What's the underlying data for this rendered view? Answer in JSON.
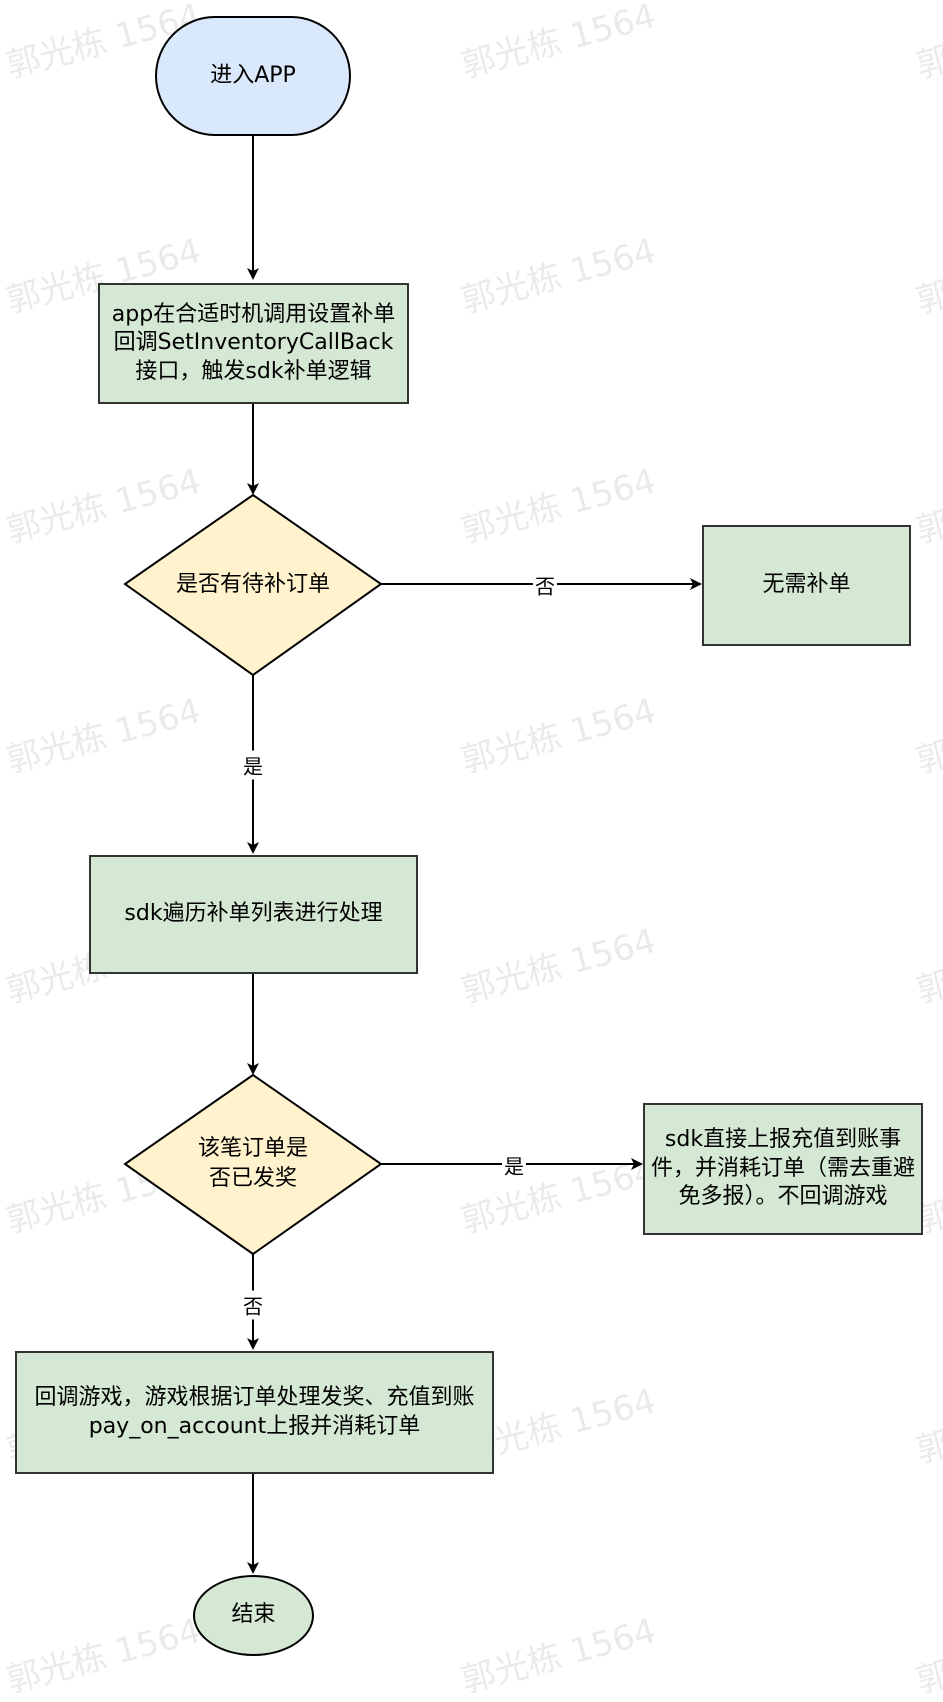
{
  "watermark": "郭光栋 1564",
  "nodes": {
    "start": "进入APP",
    "set_callback": "app在合适时机调用设置补单回调SetInventoryCallBack接口，触发sdk补单逻辑",
    "has_pending": "是否有待补订单",
    "no_need": "无需补单",
    "traverse": "sdk遍历补单列表进行处理",
    "rewarded": "该笔订单是否已发奖",
    "report_direct": "sdk直接上报充值到账事件，并消耗订单（需去重避免多报）。不回调游戏",
    "callback_game": "回调游戏，游戏根据订单处理发奖、充值到账pay_on_account上报并消耗订单",
    "end": "结束"
  },
  "edges": {
    "pending_no": "否",
    "pending_yes": "是",
    "rewarded_yes": "是",
    "rewarded_no": "否"
  }
}
